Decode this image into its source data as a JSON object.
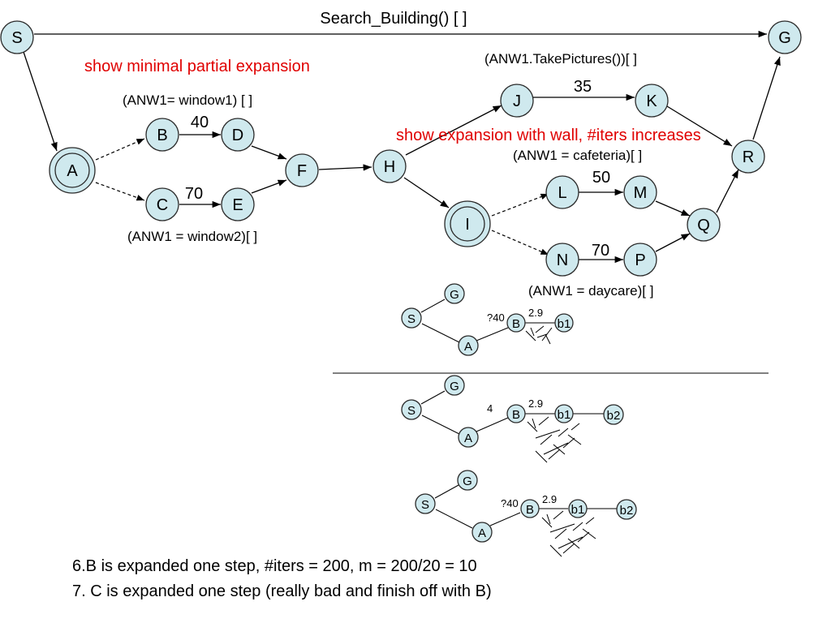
{
  "title": "Search_Building() [ ]",
  "annotations": {
    "minimal": "show minimal partial expansion",
    "wall": "show expansion with wall, #iters increases",
    "window1": "(ANW1= window1) [ ]",
    "window2": "(ANW1 = window2)[ ]",
    "takepictures": "(ANW1.TakePictures())[ ]",
    "cafeteria": "(ANW1 = cafeteria)[ ]",
    "daycare": "(ANW1 = daycare)[ ]"
  },
  "nodes": {
    "S": "S",
    "G": "G",
    "A": "A",
    "B": "B",
    "C": "C",
    "D": "D",
    "E": "E",
    "F": "F",
    "H": "H",
    "I": "I",
    "J": "J",
    "K": "K",
    "L": "L",
    "M": "M",
    "N": "N",
    "P": "P",
    "Q": "Q",
    "R": "R"
  },
  "weights": {
    "bd": "40",
    "ce": "70",
    "jk": "35",
    "lm": "50",
    "np": "70"
  },
  "mini1": {
    "S": "S",
    "G": "G",
    "A": "A",
    "B": "B",
    "b1": "b1",
    "q": "?40",
    "w": "2.9"
  },
  "mini2": {
    "S": "S",
    "G": "G",
    "A": "A",
    "B": "B",
    "b1": "b1",
    "b2": "b2",
    "q": "4",
    "w": "2.9"
  },
  "mini3": {
    "S": "S",
    "G": "G",
    "A": "A",
    "B": "B",
    "b1": "b1",
    "b2": "b2",
    "q": "?40",
    "w": "2.9"
  },
  "footer": {
    "line1": "6.B is expanded one step, #iters = 200, m = 200/20 = 10",
    "line2": "7. C is expanded one step (really bad and finish off with B)"
  }
}
